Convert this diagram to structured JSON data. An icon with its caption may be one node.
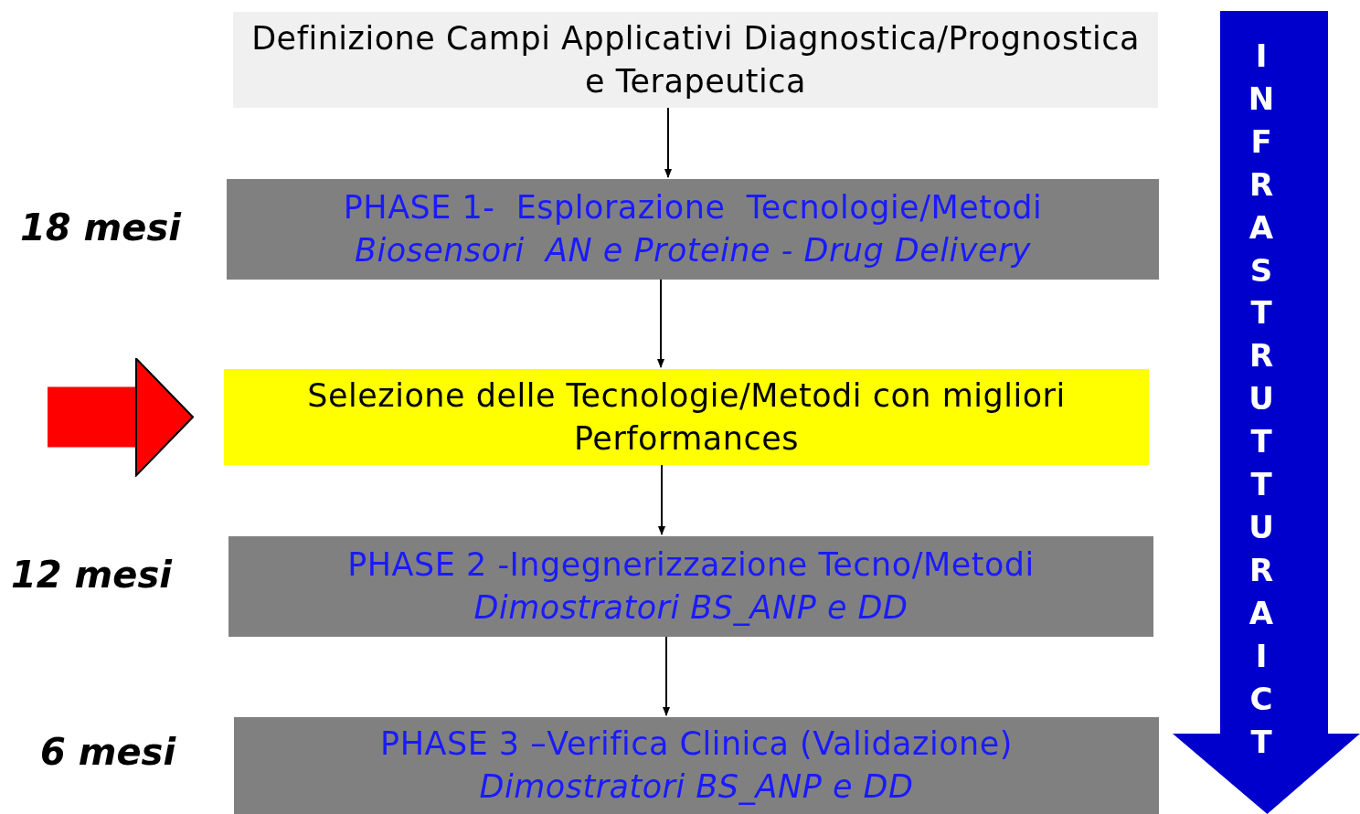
{
  "diagram": {
    "nodes": [
      {
        "text": [
          "Definizione Campi Applicativi Diagnostica/Prognostica e Terapeutica"
        ]
      },
      {
        "text": [
          "PHASE 1-  Esplorazione  Tecnologie/Metodi",
          "Biosensori  AN e Proteine - Drug Delivery"
        ],
        "beside": [
          "18 mesi"
        ]
      },
      {
        "text": [
          "Selezione delle Tecnologie/Metodi con migliori Performances"
        ]
      },
      {
        "text": [
          "PHASE 2 -Ingegnerizzazione Tecno/Metodi",
          "Dimostratori BS_ANP e DD"
        ],
        "beside": [
          "12 mesi"
        ]
      },
      {
        "text": [
          "PHASE 3 –Verifica Clinica (Validazione)",
          "Dimostratori BS_ANP e DD"
        ],
        "beside": [
          "6 mesi"
        ]
      },
      {
        "text": [
          "INFRASTRUTTURA ICT"
        ]
      }
    ],
    "edges": [
      {
        "from": 0,
        "to": 1,
        "arrow": "to"
      },
      {
        "from": 1,
        "to": 2,
        "arrow": "to"
      },
      {
        "from": 2,
        "to": 3,
        "arrow": "to"
      },
      {
        "from": 3,
        "to": 4,
        "arrow": "to"
      },
      {
        "from": null,
        "to": 2,
        "arrow": "to",
        "style": "thick",
        "color": "#ff0000"
      }
    ]
  }
}
